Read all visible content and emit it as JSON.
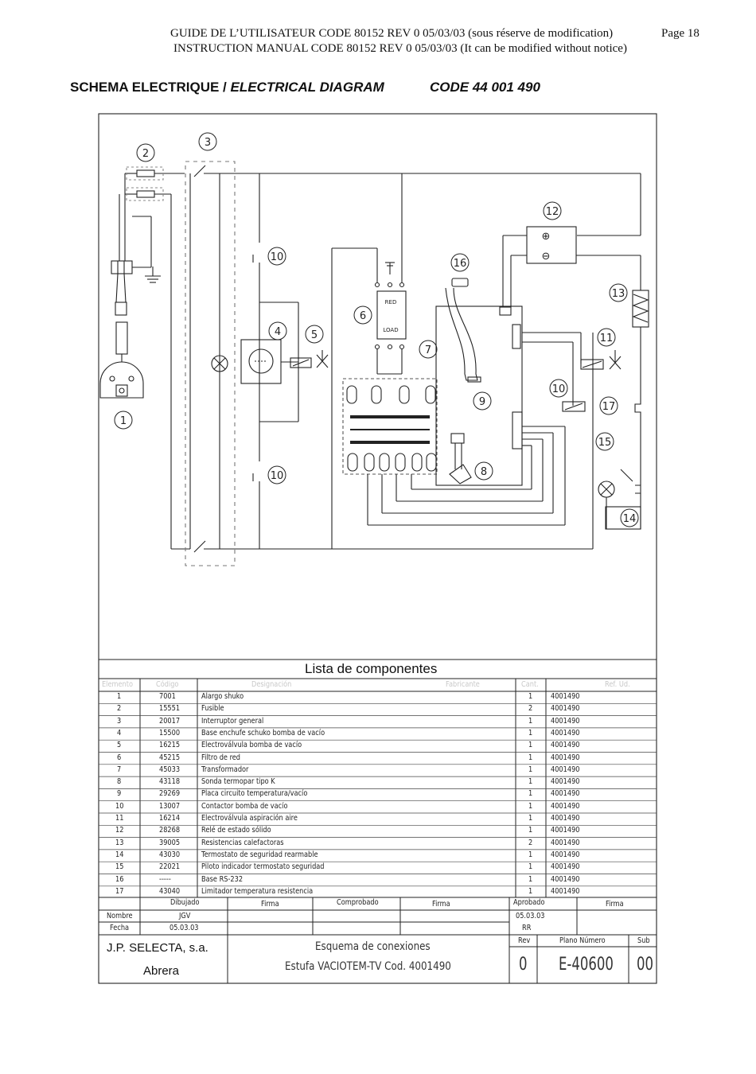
{
  "header": {
    "line1": "GUIDE DE L’UTILISATEUR   CODE 80152  REV 0  05/03/03  (sous réserve de modification)",
    "line1_page": "Page  18",
    "line2": "INSTRUCTION MANUAL   CODE 80152  REV 0  05/03/03  (It can be modified without notice)"
  },
  "title": {
    "main": "SCHEMA ELECTRIQUE / ",
    "main_italic": "ELECTRICAL DIAGRAM",
    "code": "CODE 44 001 490"
  },
  "diagram": {
    "callouts": [
      "1",
      "2",
      "3",
      "4",
      "5",
      "6",
      "7",
      "8",
      "9",
      "10",
      "10",
      "10",
      "11",
      "12",
      "13",
      "14",
      "15",
      "16",
      "17"
    ],
    "relay_labels": [
      "RED",
      "LOAD"
    ],
    "ssr_symbols": [
      "⊕",
      "⊖"
    ]
  },
  "component_list": {
    "title": "Lista de componentes",
    "headers": [
      "Elemento",
      "Código",
      "Designación",
      "Fabricante",
      "Cant.",
      "Ref. Ud."
    ],
    "rows": [
      {
        "n": "1",
        "code": "7001",
        "desc": "Alargo shuko",
        "qty": "1",
        "ref": "4001490"
      },
      {
        "n": "2",
        "code": "15551",
        "desc": "Fusible",
        "qty": "2",
        "ref": "4001490"
      },
      {
        "n": "3",
        "code": "20017",
        "desc": "Interruptor general",
        "qty": "1",
        "ref": "4001490"
      },
      {
        "n": "4",
        "code": "15500",
        "desc": "Base enchufe schuko bomba de vacío",
        "qty": "1",
        "ref": "4001490"
      },
      {
        "n": "5",
        "code": "16215",
        "desc": "Electroválvula bomba de vacío",
        "qty": "1",
        "ref": "4001490"
      },
      {
        "n": "6",
        "code": "45215",
        "desc": "Filtro de red",
        "qty": "1",
        "ref": "4001490"
      },
      {
        "n": "7",
        "code": "45033",
        "desc": "Transformador",
        "qty": "1",
        "ref": "4001490"
      },
      {
        "n": "8",
        "code": "43118",
        "desc": "Sonda termopar tipo K",
        "qty": "1",
        "ref": "4001490"
      },
      {
        "n": "9",
        "code": "29269",
        "desc": "Placa circuito temperatura/vacío",
        "qty": "1",
        "ref": "4001490"
      },
      {
        "n": "10",
        "code": "13007",
        "desc": "Contactor bomba de vacío",
        "qty": "1",
        "ref": "4001490"
      },
      {
        "n": "11",
        "code": "16214",
        "desc": "Electroválvula aspiración aire",
        "qty": "1",
        "ref": "4001490"
      },
      {
        "n": "12",
        "code": "28268",
        "desc": "Relé de estado sólido",
        "qty": "1",
        "ref": "4001490"
      },
      {
        "n": "13",
        "code": "39005",
        "desc": "Resistencias calefactoras",
        "qty": "2",
        "ref": "4001490"
      },
      {
        "n": "14",
        "code": "43030",
        "desc": "Termostato de seguridad rearmable",
        "qty": "1",
        "ref": "4001490"
      },
      {
        "n": "15",
        "code": "22021",
        "desc": "Piloto indicador termostato seguridad",
        "qty": "1",
        "ref": "4001490"
      },
      {
        "n": "16",
        "code": "-----",
        "desc": "Base RS-232",
        "qty": "1",
        "ref": "4001490"
      },
      {
        "n": "17",
        "code": "43040",
        "desc": "Limitador temperatura resistencia",
        "qty": "1",
        "ref": "4001490"
      }
    ]
  },
  "title_block": {
    "dibujado": "Dibujado",
    "firma1": "Firma",
    "comprobado": "Comprobado",
    "firma2": "Firma",
    "aprobado": "Aprobado",
    "firma3": "Firma",
    "nombre_label": "Nombre",
    "nombre_value": "JGV",
    "fecha_label": "Fecha",
    "fecha_value": "05.03.03",
    "aprobado_date": "05.03.03",
    "aprobado_name": "RR",
    "company": "J.P. SELECTA, s.a.",
    "city": "Abrera",
    "desc1": "Esquema de conexiones",
    "desc2": "Estufa VACIOTEM-TV Cod. 4001490",
    "rev_label": "Rev",
    "plano_label": "Plano Número",
    "sub_label": "Sub",
    "rev_value": "0",
    "plano_value": "E-40600",
    "sub_value": "00"
  }
}
